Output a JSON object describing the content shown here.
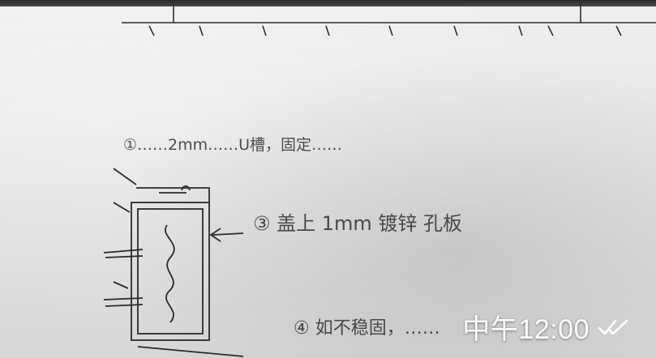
{
  "timestamp": {
    "text": "中午12:00",
    "read_icon": "double-check-icon"
  },
  "sketch": {
    "note1": "①……2mm……U槽，固定……",
    "note3": "③ 盖上 1mm 镀锌 孔板",
    "note4": "④ 如不稳固，……"
  },
  "colors": {
    "paper": "#e7e7e7",
    "ink": "#2b2b2b",
    "timestamp_text": "#ffffff"
  }
}
